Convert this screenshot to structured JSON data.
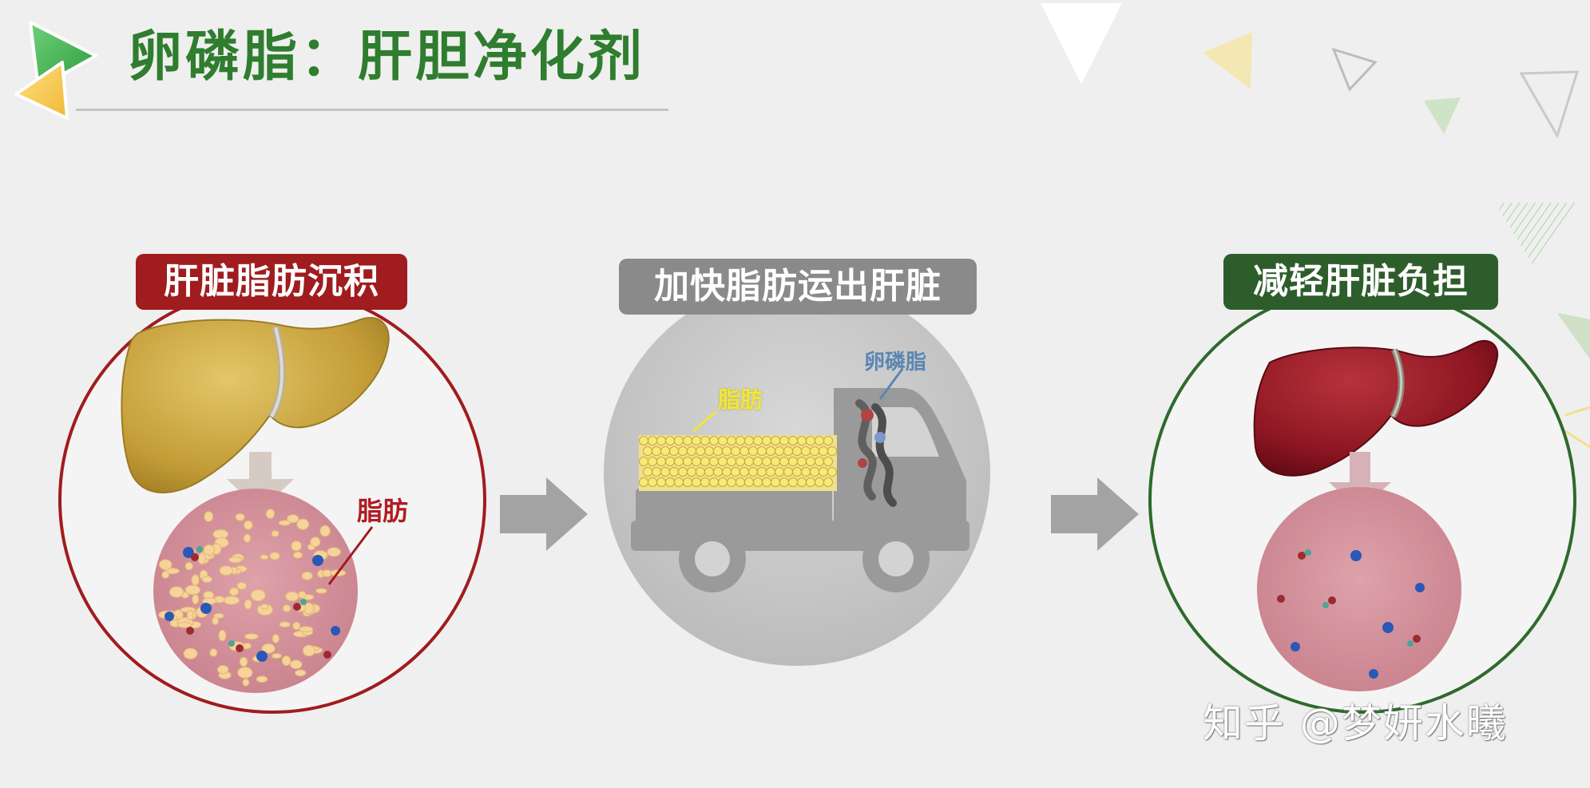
{
  "title": "卵磷脂：肝胆净化剂",
  "panels": {
    "left": {
      "badge": "肝脏脂肪沉积",
      "fat_label": "脂肪"
    },
    "middle": {
      "badge": "加快脂肪运出肝脏",
      "lipid_label": "脂肪",
      "lecithin_label": "卵磷脂"
    },
    "right": {
      "badge": "减轻肝脏负担"
    }
  },
  "watermark": "知乎 @梦妍水曦",
  "colors": {
    "title_green": "#2f7d2e",
    "badge_red": "#a01c1e",
    "badge_gray": "#8a8a8a",
    "badge_green": "#2e5d2c",
    "fatty_liver": "#c9a43f",
    "healthy_liver": "#951c26",
    "tissue_pink": "#d8909b",
    "arrow_gray": "#a3a3a3"
  }
}
